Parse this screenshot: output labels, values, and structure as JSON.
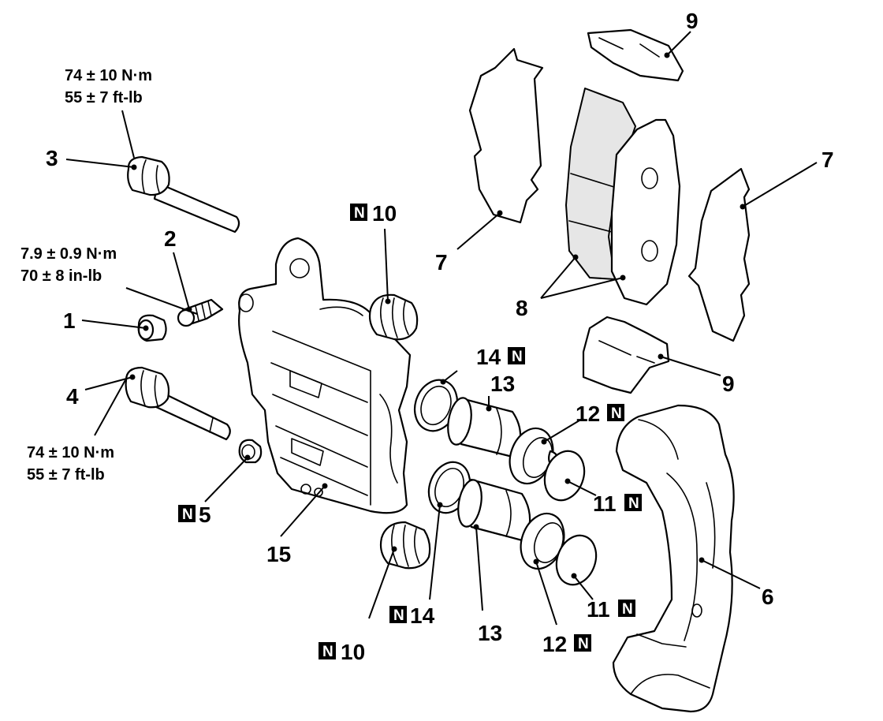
{
  "badge_text": "N",
  "torque_specs": {
    "guide_pin_upper": {
      "metric": "74 ± 10 N·m",
      "imperial": "55 ± 7 ft-lb"
    },
    "bleeder_screw": {
      "metric": "7.9 ± 0.9 N·m",
      "imperial": "70 ± 8 in-lb"
    },
    "lock_pin_lower": {
      "metric": "74 ± 10 N·m",
      "imperial": "55 ± 7 ft-lb"
    }
  },
  "callouts": [
    {
      "id": "c1",
      "number": "1",
      "new_part": false
    },
    {
      "id": "c2",
      "number": "2",
      "new_part": false
    },
    {
      "id": "c3",
      "number": "3",
      "new_part": false
    },
    {
      "id": "c4",
      "number": "4",
      "new_part": false
    },
    {
      "id": "c5",
      "number": "5",
      "new_part": true
    },
    {
      "id": "c6",
      "number": "6",
      "new_part": false
    },
    {
      "id": "c7a",
      "number": "7",
      "new_part": false
    },
    {
      "id": "c7b",
      "number": "7",
      "new_part": false
    },
    {
      "id": "c8",
      "number": "8",
      "new_part": false
    },
    {
      "id": "c9a",
      "number": "9",
      "new_part": false
    },
    {
      "id": "c9b",
      "number": "9",
      "new_part": false
    },
    {
      "id": "c10a",
      "number": "10",
      "new_part": true
    },
    {
      "id": "c10b",
      "number": "10",
      "new_part": true
    },
    {
      "id": "c11a",
      "number": "11",
      "new_part": true
    },
    {
      "id": "c11b",
      "number": "11",
      "new_part": true
    },
    {
      "id": "c12a",
      "number": "12",
      "new_part": true
    },
    {
      "id": "c12b",
      "number": "12",
      "new_part": true
    },
    {
      "id": "c13a",
      "number": "13",
      "new_part": false
    },
    {
      "id": "c13b",
      "number": "13",
      "new_part": false
    },
    {
      "id": "c14a",
      "number": "14",
      "new_part": true
    },
    {
      "id": "c14b",
      "number": "14",
      "new_part": true
    },
    {
      "id": "c15",
      "number": "15",
      "new_part": false
    }
  ]
}
